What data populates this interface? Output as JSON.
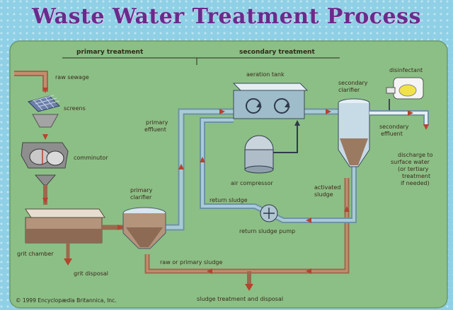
{
  "title": "Waste Water Treatment Process",
  "sections": {
    "primary": "primary treatment",
    "secondary": "secondary treatment"
  },
  "labels": {
    "raw_sewage": "raw sewage",
    "screens": "screens",
    "comminutor": "comminutor",
    "grit_chamber": "grit chamber",
    "grit_disposal": "grit disposal",
    "primary_clarifier": [
      "primary",
      "clarifier"
    ],
    "primary_effluent": [
      "primary",
      "effluent"
    ],
    "aeration_tank": "aeration tank",
    "air_compressor": "air compressor",
    "return_sludge": "return sludge",
    "return_sludge_pump": "return sludge pump",
    "activated_sludge": [
      "activated",
      "sludge"
    ],
    "secondary_clarifier": [
      "secondary",
      "clarifier"
    ],
    "disinfectant": "disinfectant",
    "secondary_effluent": [
      "secondary",
      "effluent"
    ],
    "discharge": [
      "discharge to",
      "surface water",
      "(or tertiary",
      "treatment",
      "if needed)"
    ],
    "raw_or_primary_sludge": "raw or primary sludge",
    "sludge_treatment": "sludge treatment and disposal"
  },
  "copyright": "© 1999 Encyclopædia Britannica, Inc.",
  "colors": {
    "title": "#6a2a8c",
    "panel": "#8cbf86",
    "pipe": "#8fb8c8",
    "sludge": "#9b6a4e",
    "arrow": "#b5442e"
  }
}
